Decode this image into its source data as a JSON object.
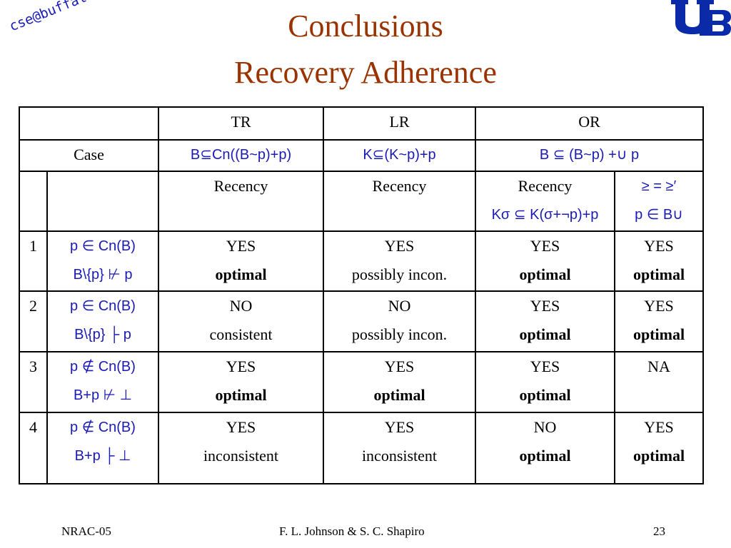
{
  "title": "Conclusions",
  "subtitle": "Recovery Adherence",
  "stamp": "cse@buffalo",
  "logo": {
    "name": "ub-logo",
    "text": "UB",
    "color": "#0b2aa8"
  },
  "colors": {
    "title": "#993300",
    "formula": "#1a1ab8"
  },
  "table": {
    "headers": {
      "tr": "TR",
      "lr": "LR",
      "or": "OR"
    },
    "case_row": {
      "label": "Case",
      "tr": "B⊆Cn((B~p)+p)",
      "lr": "K⊆(K~p)+p",
      "or": "B ⊆ (B~p) +∪ p"
    },
    "sub_header": {
      "tr": "Recency",
      "lr": "Recency",
      "or_recency": "Recency",
      "or_recency_formula": "Kσ ⊆ K(σ+¬p)+p",
      "pref_line1": "≥ = ≥′",
      "pref_line2": "p ∈ B∪"
    },
    "rows": [
      {
        "num": "1",
        "case1": "p ∈ Cn(B)",
        "case2": "B\\{p} ⊬ p",
        "tr": [
          "YES",
          "optimal"
        ],
        "lr": [
          "YES",
          "possibly incon."
        ],
        "or": [
          "YES",
          "optimal"
        ],
        "pref": [
          "YES",
          "optimal"
        ]
      },
      {
        "num": "2",
        "case1": "p ∈ Cn(B)",
        "case2": "B\\{p} ├ p",
        "tr": [
          "NO",
          "consistent"
        ],
        "lr": [
          "NO",
          "possibly incon."
        ],
        "or": [
          "YES",
          "optimal"
        ],
        "pref": [
          "YES",
          "optimal"
        ]
      },
      {
        "num": "3",
        "case1": "p ∉ Cn(B)",
        "case2": "B+p ⊬ ⊥",
        "tr": [
          "YES",
          "optimal"
        ],
        "lr": [
          "YES",
          "optimal"
        ],
        "or": [
          "YES",
          "optimal"
        ],
        "pref": [
          "NA",
          ""
        ]
      },
      {
        "num": "4",
        "case1": "p ∉ Cn(B)",
        "case2": "B+p ├ ⊥",
        "tr": [
          "YES",
          "inconsistent"
        ],
        "lr": [
          "YES",
          "inconsistent"
        ],
        "or": [
          "NO",
          "optimal"
        ],
        "pref": [
          "YES",
          "optimal"
        ]
      }
    ]
  },
  "footer": {
    "left": "NRAC-05",
    "center": "F. L. Johnson & S. C. Shapiro",
    "right": "23"
  }
}
